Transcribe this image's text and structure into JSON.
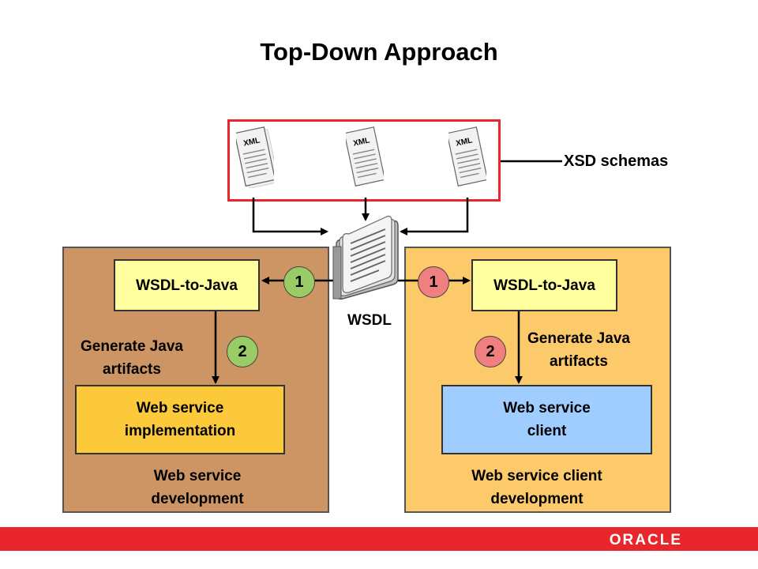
{
  "title": "Top-Down Approach",
  "xsd_label": "XSD schemas",
  "xml_icon_text": "XML",
  "wsdl_label": "WSDL",
  "left": {
    "tool_label": "WSDL-to-Java",
    "step1": "1",
    "step2": "2",
    "step_label": "Generate Java artifacts",
    "output_label": "Web service implementation",
    "panel_label": "Web service development"
  },
  "right": {
    "tool_label": "WSDL-to-Java",
    "step1": "1",
    "step2": "2",
    "step_label": "Generate Java artifacts",
    "output_label": "Web service client",
    "panel_label": "Web service client development"
  },
  "brand": "ORACLE",
  "colors": {
    "accent_red": "#e8262b",
    "left_panel": "#cd9563",
    "right_panel": "#fcc96b",
    "tool_box": "#ffffa0",
    "impl_box": "#fcc93b",
    "client_box": "#9fcdff",
    "step1_circle": "#99cc66",
    "step2_circle": "#f08080"
  }
}
